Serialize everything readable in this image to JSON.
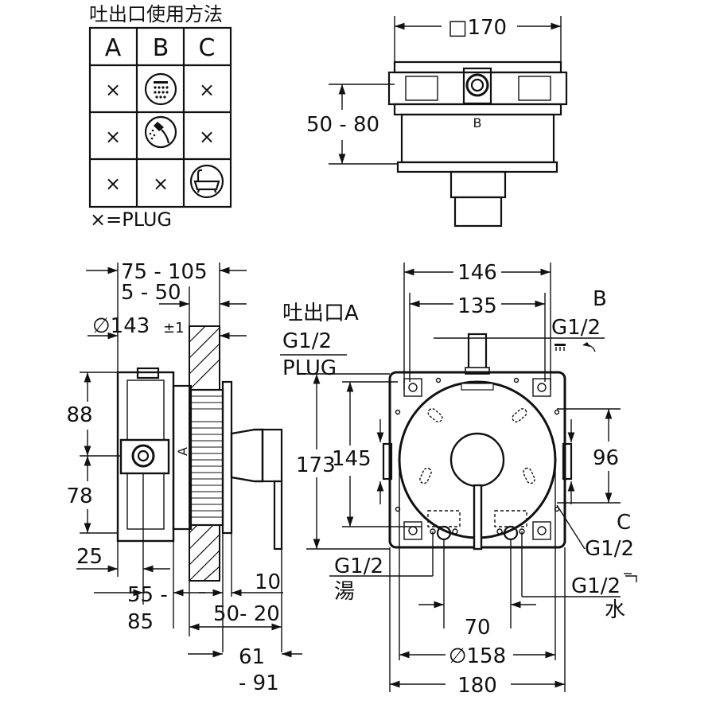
{
  "usage_table": {
    "title": "吐出口使用方法",
    "columns": [
      "A",
      "B",
      "C"
    ],
    "rows": [
      [
        "×",
        "shower-head-icon",
        "×"
      ],
      [
        "×",
        "hand-shower-icon",
        "×"
      ],
      [
        "×",
        "×",
        "bathtub-icon"
      ]
    ],
    "legend": "×=PLUG"
  },
  "top_view": {
    "width_label": "□170",
    "depth_label": "50 - 80",
    "outlet_letter": "B"
  },
  "side_view": {
    "dim_75_105": "75 - 105",
    "dim_5_50": "5 - 50",
    "dia_143_prefix": "∅143",
    "dia_143_tol": "±1",
    "dim_88": "88",
    "dim_78": "78",
    "dim_25": "25",
    "dim_55": "55 -",
    "dim_85": "85",
    "dim_10": "10",
    "dim_50_20": "50- 20",
    "dim_61": "61",
    "dim_91": "- 91",
    "outlet_letter": "A"
  },
  "front_view": {
    "outlet_a_label": "吐出口A",
    "outlet_a_thread": "G1/2",
    "outlet_a_plug": "PLUG",
    "dim_146": "146",
    "dim_135": "135",
    "outlet_b_letter": "B",
    "outlet_b_thread": "G1/2",
    "dim_173": "173",
    "dim_145": "145",
    "dim_96": "96",
    "outlet_c_letter": "C",
    "outlet_c_thread": "G1/2",
    "hot_thread": "G1/2",
    "hot_label": "湯",
    "cold_thread": "G1/2",
    "cold_label": "水",
    "dim_70": "70",
    "dia_158": "∅158",
    "dim_180": "180"
  }
}
